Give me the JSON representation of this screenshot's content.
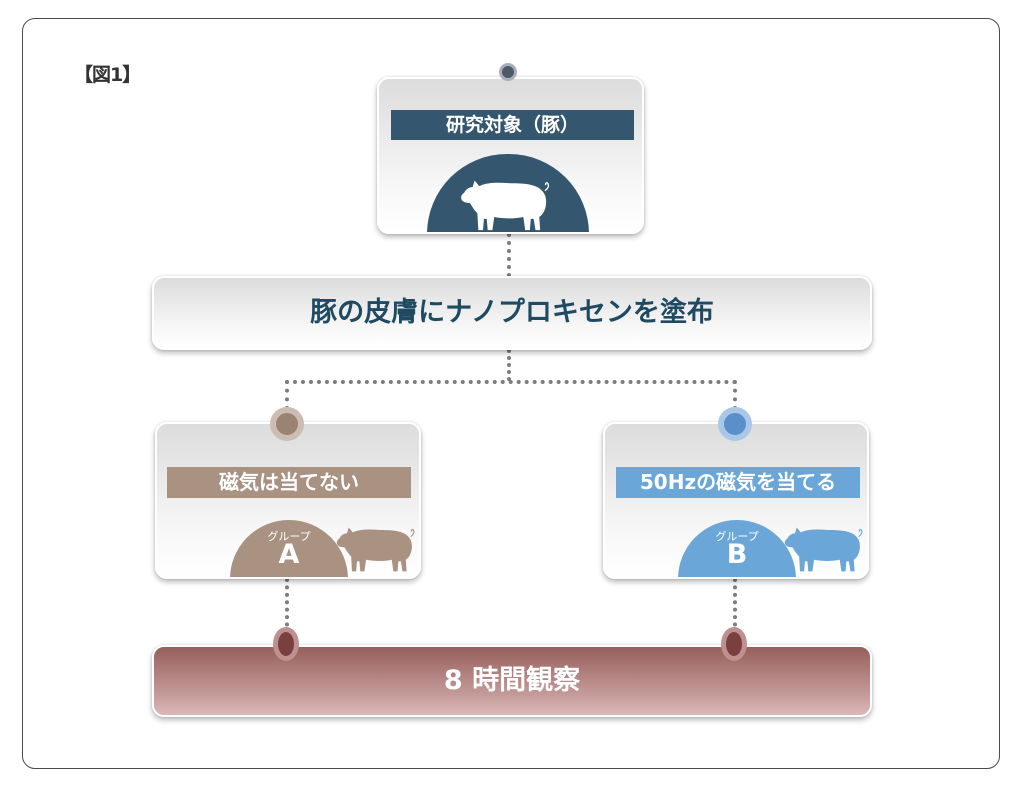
{
  "figure_label": "【図1】",
  "colors": {
    "navy": "#34566e",
    "tan": "#a99282",
    "blue": "#6aa6d8",
    "maroon": "#985f5c",
    "title_text": "#1e4a62",
    "connector": "#7d7d7d"
  },
  "nodes": {
    "subject": {
      "label": "研究対象（豚）",
      "icon": "pig-icon"
    },
    "treatment": {
      "label": "豚の皮膚にナノプロキセンを塗布"
    },
    "group_a": {
      "label": "磁気は当てない",
      "group_caption": "グループ",
      "group_letter": "A",
      "icon": "pig-icon"
    },
    "group_b": {
      "label": "50Hzの磁気を当てる",
      "group_caption": "グループ",
      "group_letter": "B",
      "icon": "pig-icon"
    },
    "observation": {
      "label": "8 時間観察"
    }
  }
}
